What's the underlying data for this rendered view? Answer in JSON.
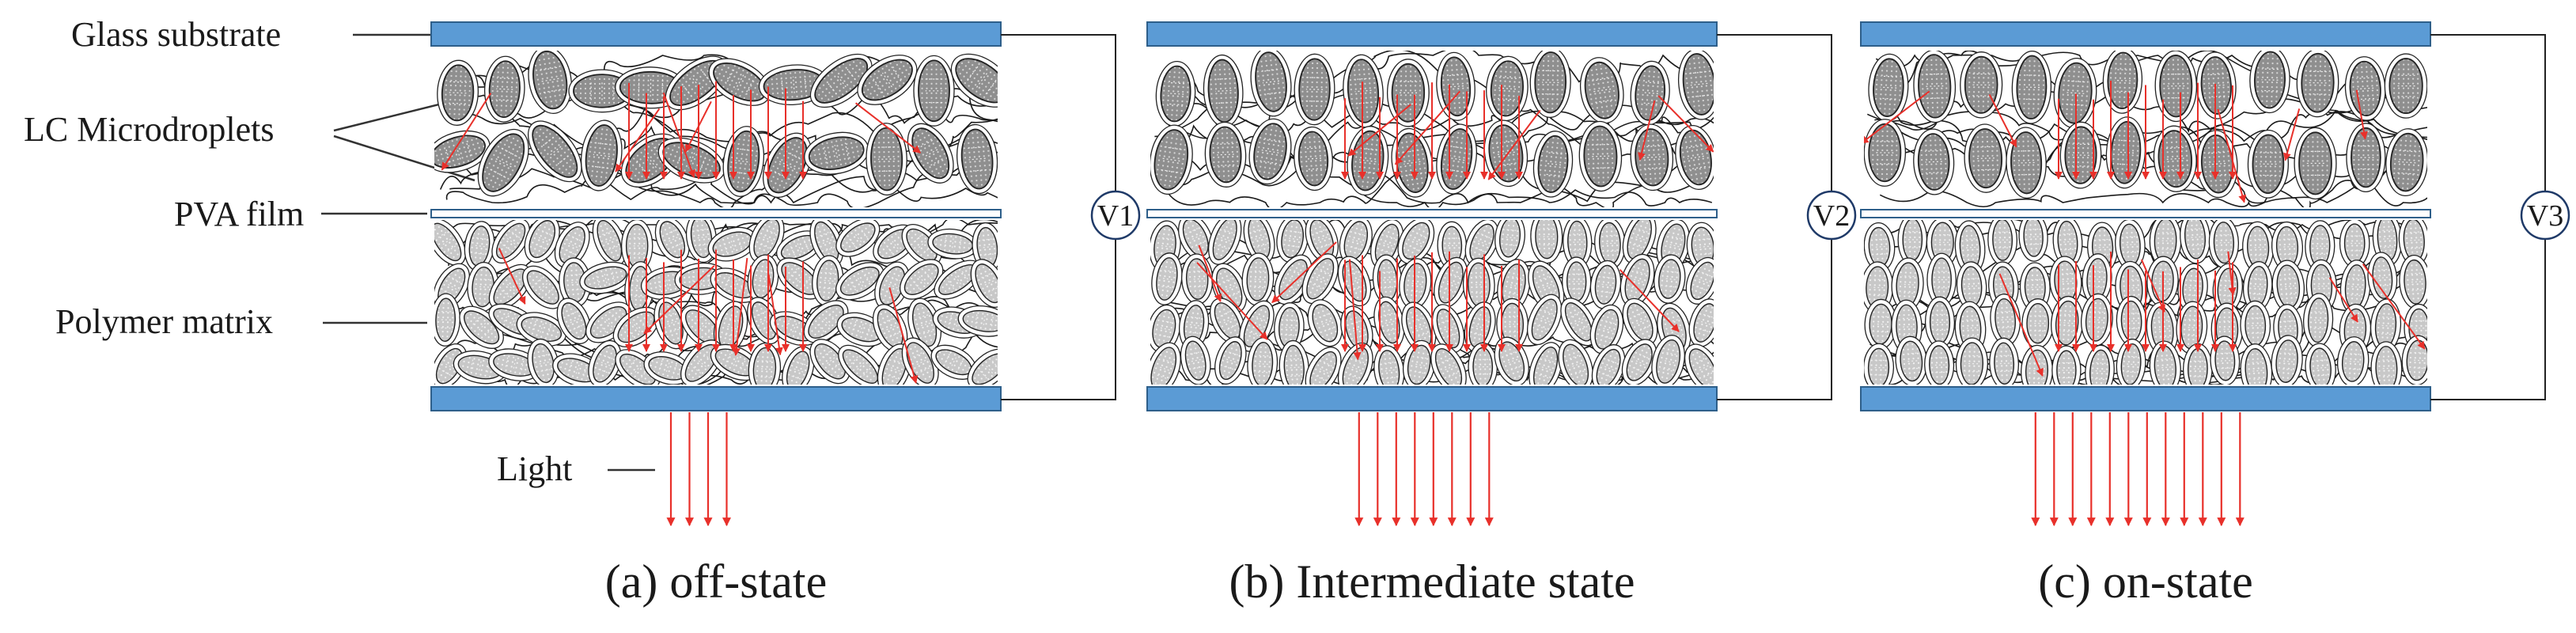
{
  "labels": {
    "glass_substrate": "Glass substrate",
    "lc_microdroplets": "LC Microdroplets",
    "pva_film": "PVA film",
    "polymer_matrix": "Polymer matrix",
    "light": "Light"
  },
  "panels": [
    {
      "caption": "(a) off-state",
      "voltage": "V1",
      "light_rays": 4
    },
    {
      "caption": "(b) Intermediate state",
      "voltage": "V2",
      "light_rays": 8
    },
    {
      "caption": "(c) on-state",
      "voltage": "V3",
      "light_rays": 12
    }
  ],
  "colors": {
    "glass": "#5b9bd5",
    "glass_edge": "#2e5f8a",
    "light_ray": "#e8302a",
    "droplet_fill": "#8f8f8f",
    "droplet_stroke": "#222222",
    "matrix_line": "#1a1a1a"
  }
}
